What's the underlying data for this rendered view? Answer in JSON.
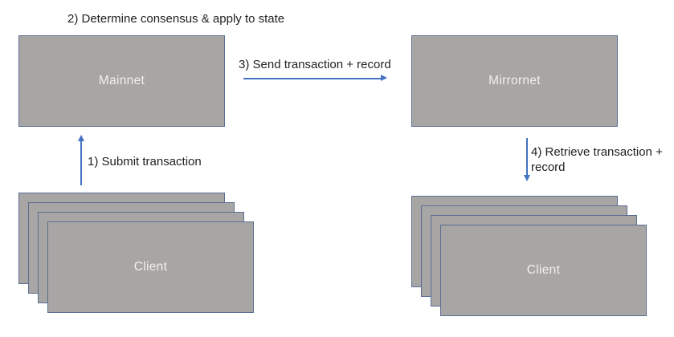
{
  "diagram": {
    "colors": {
      "node_fill": "#a8a6a4",
      "node_border": "#5b6e91",
      "arrow": "#4472c4",
      "label_text": "#212121",
      "node_text": "#f2f0ee",
      "background": "#ffffff"
    },
    "nodes": {
      "mainnet": {
        "label": "Mainnet"
      },
      "mirrornet": {
        "label": "Mirrornet"
      },
      "client_left": {
        "label": "Client"
      },
      "client_right": {
        "label": "Client"
      }
    },
    "steps": {
      "step1": {
        "label": "1) Submit transaction"
      },
      "step2": {
        "label": "2) Determine consensus & apply to state"
      },
      "step3": {
        "label": "3) Send transaction + record"
      },
      "step4": {
        "label": "4) Retrieve transaction +\nrecord"
      }
    }
  }
}
